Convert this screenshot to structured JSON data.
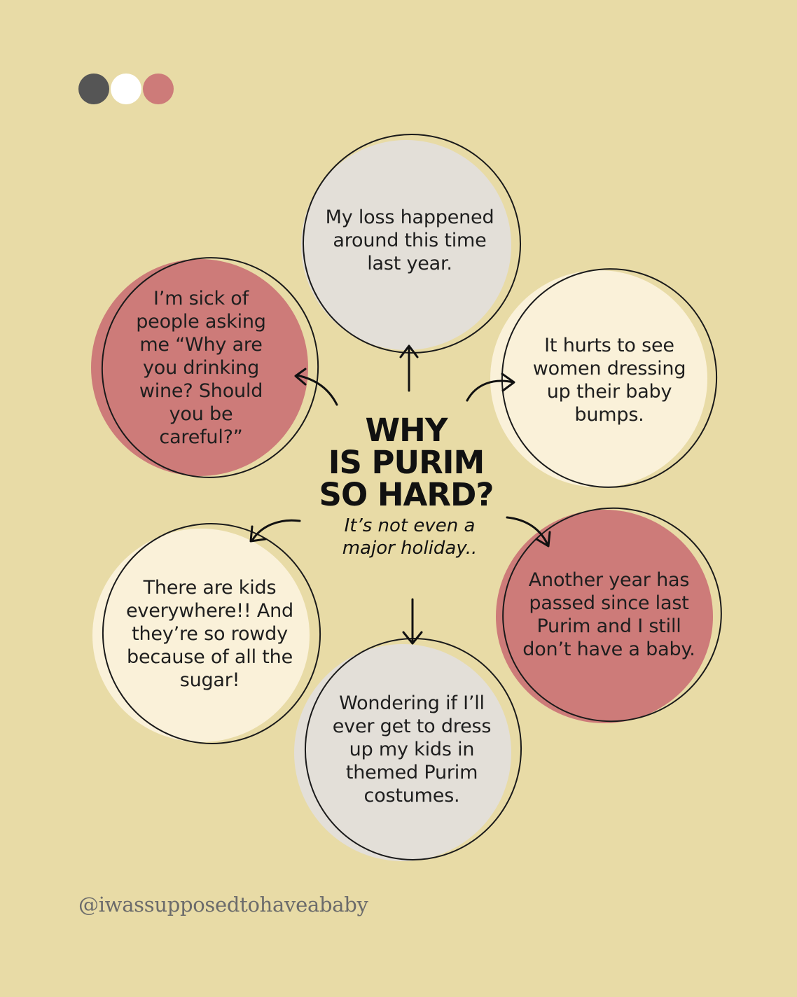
{
  "colors": {
    "background": "#e8dba6",
    "dark_gray": "#555555",
    "white": "#ffffff",
    "rose": "#cd7b79",
    "light_gray": "#e3dfd8",
    "cream": "#faf1d9",
    "ink": "#111111"
  },
  "title": "WHY IS PURIM SO HARD?",
  "title_lines": [
    "WHY",
    "IS PURIM",
    "SO HARD?"
  ],
  "subtitle_lines": [
    "It’s not even a",
    "major holiday.."
  ],
  "bubbles": [
    {
      "text": "My loss happened around this time last year."
    },
    {
      "text": "It hurts to see women dressing up their baby bumps."
    },
    {
      "text": "Another year has passed since last Purim and I still don’t have a baby."
    },
    {
      "text": "Wondering if I’ll ever get to dress up my kids in themed Purim costumes."
    },
    {
      "text": "There are kids everywhere!! And they’re so rowdy because of all the sugar!"
    },
    {
      "text": "I’m sick of people asking me “Why are you drinking wine? Should you be careful?”"
    }
  ],
  "handle": "@iwassupposedtohaveababy"
}
